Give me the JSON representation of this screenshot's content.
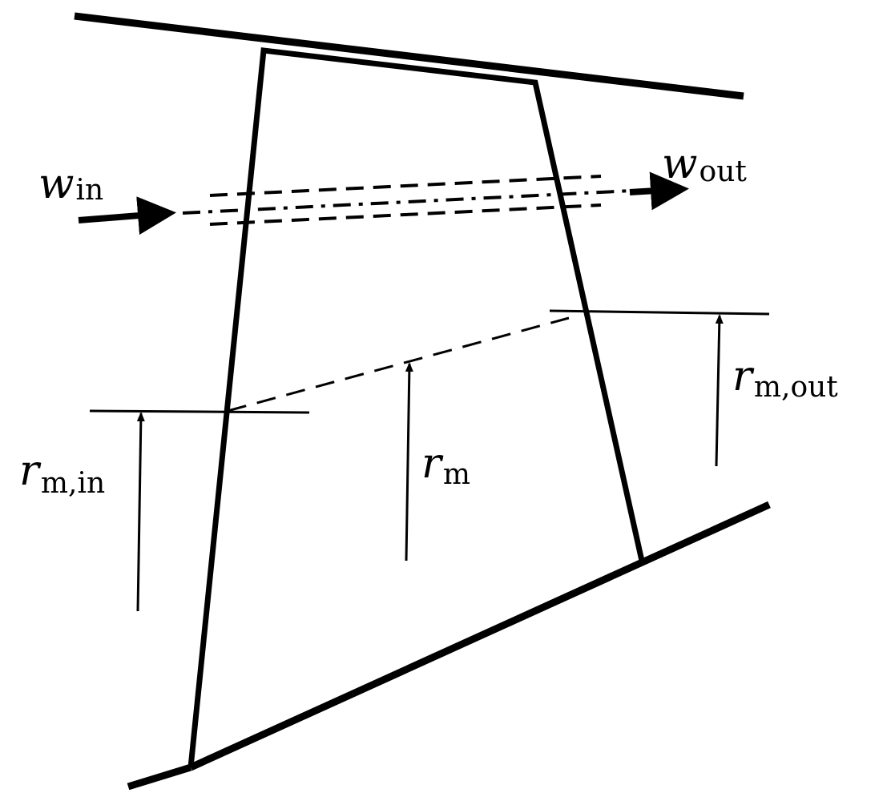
{
  "labels": {
    "w_in": {
      "var": "w",
      "sub": "in"
    },
    "w_out": {
      "var": "w",
      "sub": "out"
    },
    "r_m_in": {
      "var": "r",
      "sub": "m,in"
    },
    "r_m": {
      "var": "r",
      "sub": "m"
    },
    "r_m_out": {
      "var": "r",
      "sub": "m,out"
    }
  },
  "colors": {
    "stroke": "#000000",
    "background": "#ffffff"
  }
}
